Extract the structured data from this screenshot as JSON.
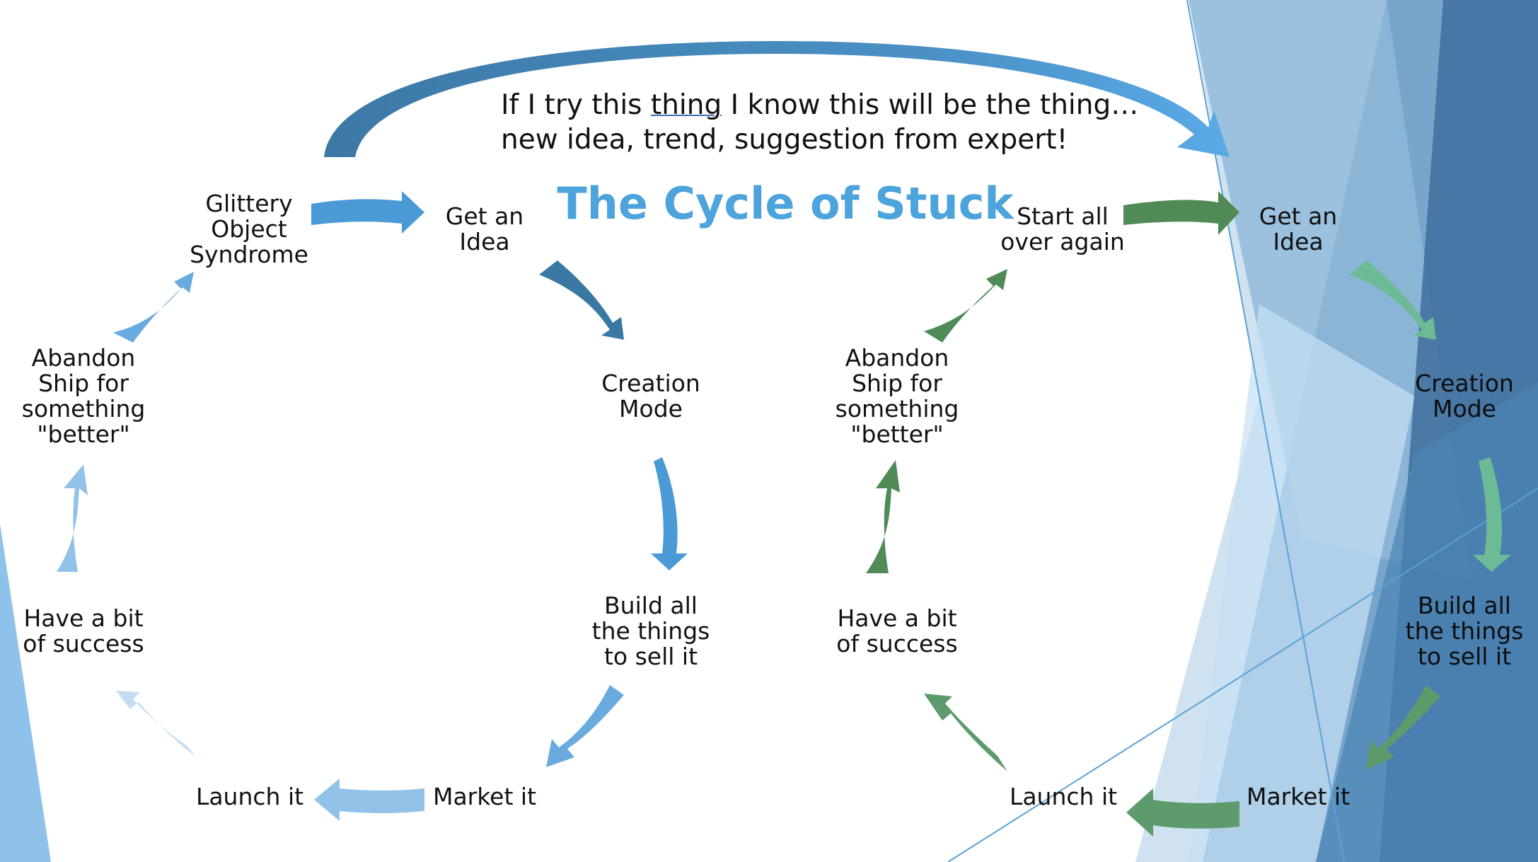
{
  "title": "The Cycle of Stuck",
  "quote": {
    "line1_a": "If I try this ",
    "line1_b": "thing",
    "line1_c": " I know this will be the thing…",
    "line2": "new idea, trend, suggestion from expert!"
  },
  "cycle_blue": {
    "glittery": "Glittery\nObject\nSyndrome",
    "get_idea": "Get an\nIdea",
    "creation": "Creation\nMode",
    "build": "Build all\nthe things\nto sell it",
    "market": "Market it",
    "launch": "Launch it",
    "success": "Have a bit\nof success",
    "abandon": "Abandon\nShip for\nsomething\n\"better\""
  },
  "cycle_green": {
    "start_over": "Start all\nover again",
    "get_idea": "Get an\nIdea",
    "creation": "Creation\nMode",
    "build": "Build all\nthe things\nto sell it",
    "market": "Market it",
    "launch": "Launch it",
    "success": "Have a bit\nof success",
    "abandon": "Abandon\nShip for\nsomething\n\"better\""
  },
  "colors": {
    "title": "#4da3dc",
    "blue_dark": "#3a78a4",
    "blue_mid": "#4a9ad6",
    "blue_light": "#93c2e8",
    "blue_pale": "#c3dcf2",
    "green_dark": "#4f8a57",
    "green_mid": "#5d9a6c",
    "green_light": "#6dbb96",
    "bg_panel_dark": "#3e6f9e",
    "bg_panel_mid": "#6e9ec6",
    "bg_panel_light": "#a9cbe4"
  }
}
